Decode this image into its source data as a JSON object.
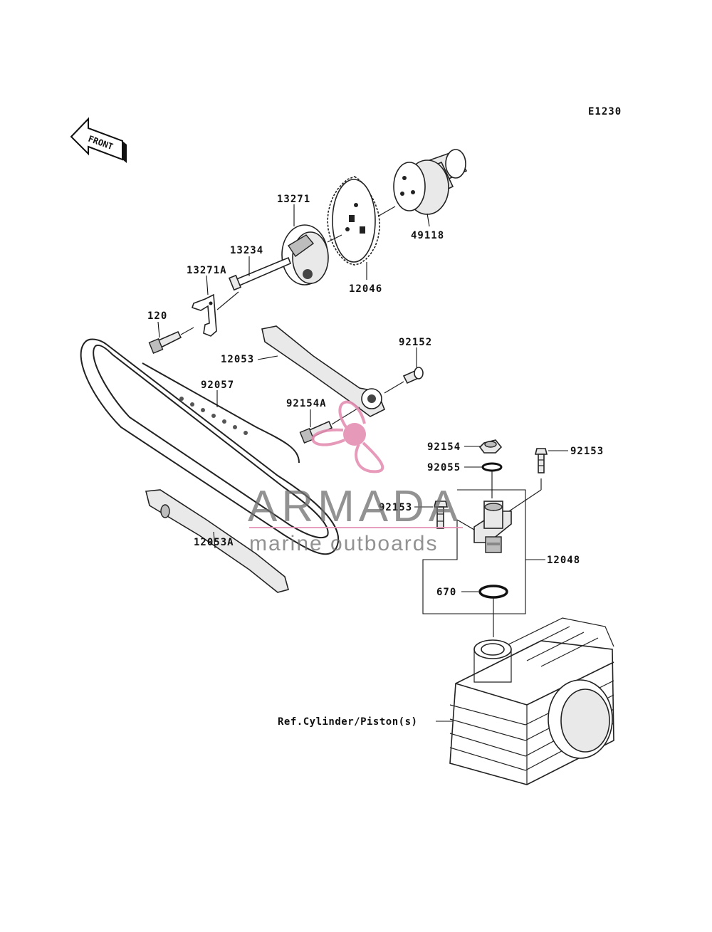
{
  "diagram_id": "E1230",
  "front_label": "FRONT",
  "reference_label": "Ref.Cylinder/Piston(s)",
  "parts": {
    "p49118": "49118",
    "p13271": "13271",
    "p12046": "12046",
    "p13234": "13234",
    "p13271A": "13271A",
    "p120": "120",
    "p92152": "92152",
    "p12053": "12053",
    "p92057": "92057",
    "p92154A": "92154A",
    "p92154": "92154",
    "p92153_right": "92153",
    "p92055": "92055",
    "p92153_left": "92153",
    "p12048": "12048",
    "p12053A": "12053A",
    "p670": "670"
  },
  "watermark": {
    "brand": "ARMADA",
    "tagline": "marine outboards",
    "accent_color": "#e58fb3",
    "text_color": "#6e6e6e"
  }
}
